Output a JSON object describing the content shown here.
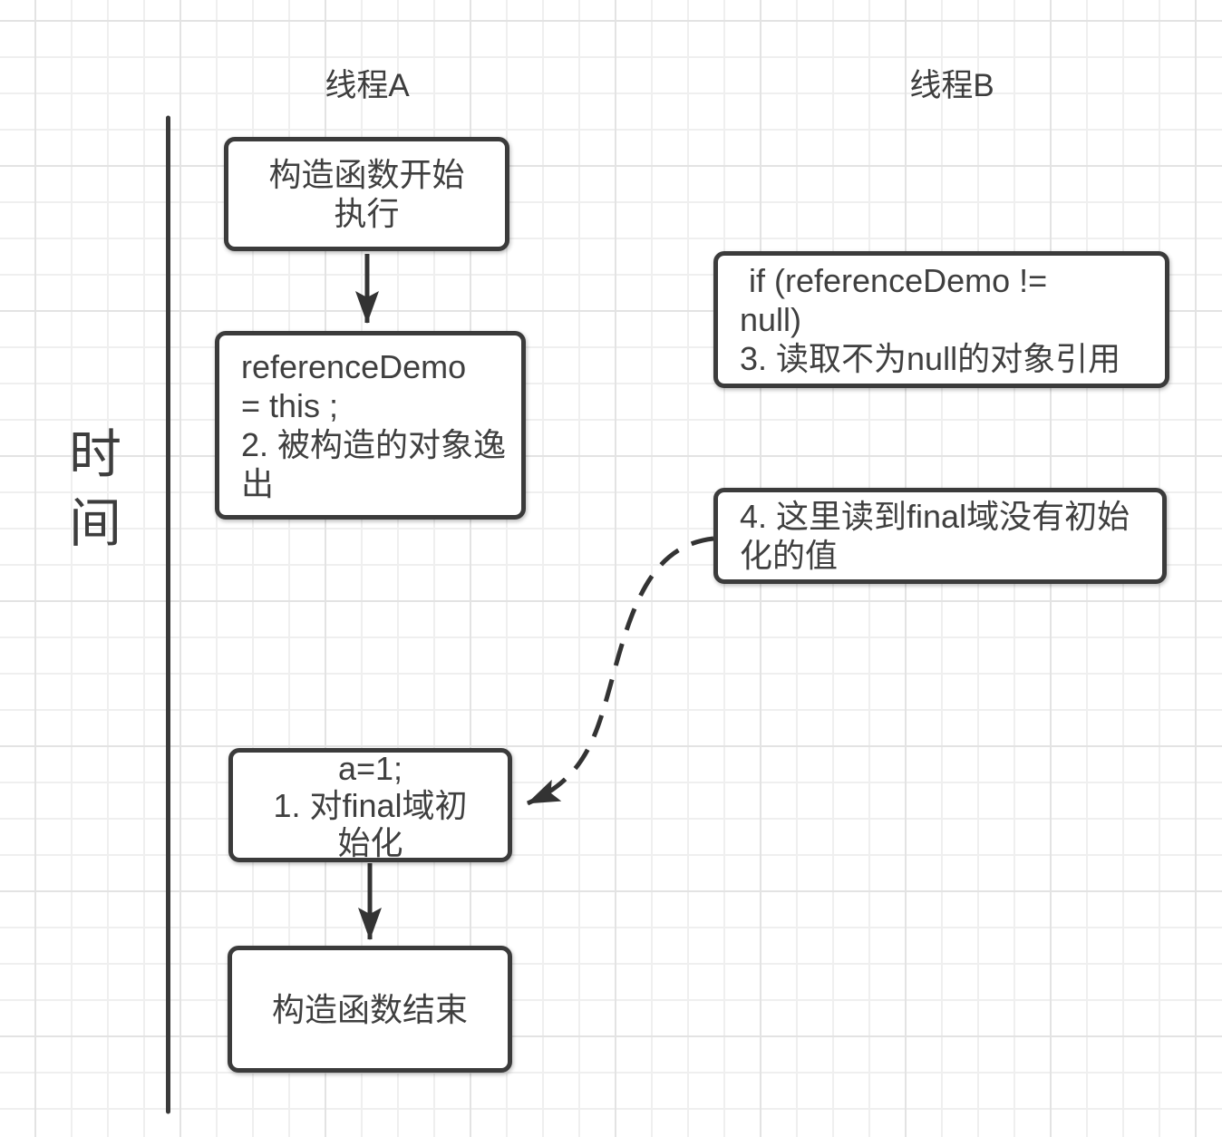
{
  "diagram": {
    "title_implicit": "final field unsafe publication timing diagram",
    "lanes": {
      "thread_a": "线程A",
      "thread_b": "线程B"
    },
    "time_axis": {
      "label": "时\n间"
    },
    "nodes": [
      {
        "id": "ctor-start",
        "lane": "thread_a",
        "text": "构造函数开始\n执行"
      },
      {
        "id": "reference-escape",
        "lane": "thread_a",
        "text": "referenceDemo\n= this ;\n2. 被构造的对象逸\n出"
      },
      {
        "id": "if-check",
        "lane": "thread_b",
        "text": " if (referenceDemo !=\nnull)\n3. 读取不为null的对象引用"
      },
      {
        "id": "read-uninit",
        "lane": "thread_b",
        "text": "4. 这里读到final域没有初始\n化的值"
      },
      {
        "id": "final-init",
        "lane": "thread_a",
        "text": "a=1;\n1. 对final域初\n始化"
      },
      {
        "id": "ctor-end",
        "lane": "thread_a",
        "text": "构造函数结束"
      }
    ],
    "edges": [
      {
        "from": "ctor-start",
        "to": "reference-escape",
        "style": "solid"
      },
      {
        "from": "final-init",
        "to": "ctor-end",
        "style": "solid"
      },
      {
        "from": "read-uninit",
        "to": "final-init",
        "style": "dashed-curve"
      }
    ],
    "colors": {
      "background": "#ffffff",
      "grid_minor": "#efefef",
      "grid_major": "#e3e3e3",
      "box_border": "#3b3b3b",
      "text": "#3f3f3f",
      "arrow": "#333333"
    }
  }
}
